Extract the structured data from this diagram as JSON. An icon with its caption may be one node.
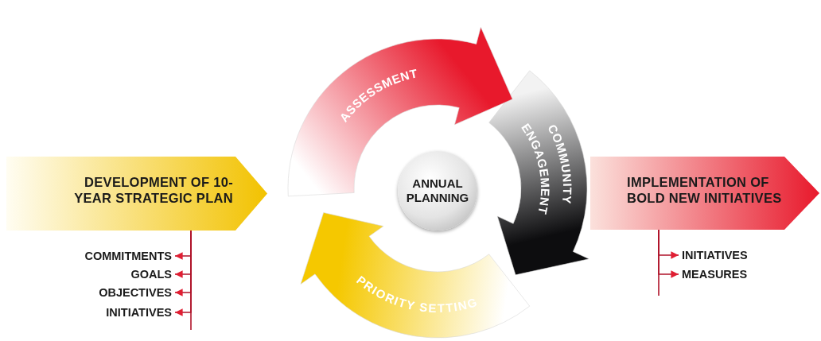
{
  "diagram": {
    "nodes": [
      {
        "text": [
          "DEVELOPMENT OF 10-YEAR STRATEGIC PLAN"
        ]
      },
      {
        "text": [
          "ASSESSMENT"
        ]
      },
      {
        "text": [
          "COMMUNITY ENGAGEMENT"
        ]
      },
      {
        "text": [
          "ANNUAL PLANNING"
        ]
      },
      {
        "text": [
          "PRIORITY SETTING"
        ]
      },
      {
        "text": [
          "IMPLEMENTATION OF BOLD NEW INITIATIVES"
        ]
      },
      {
        "text": [
          "COMMITMENTS"
        ]
      },
      {
        "text": [
          "GOALS"
        ]
      },
      {
        "text": [
          "OBJECTIVES"
        ]
      },
      {
        "text": [
          "INITIATIVES"
        ]
      },
      {
        "text": [
          "INITIATIVES"
        ]
      },
      {
        "text": [
          "MEASURES"
        ]
      }
    ],
    "edges": [
      {
        "from": 0,
        "to": 6,
        "arrow": "to"
      },
      {
        "from": 0,
        "to": 7,
        "arrow": "to"
      },
      {
        "from": 0,
        "to": 8,
        "arrow": "to"
      },
      {
        "from": 0,
        "to": 9,
        "arrow": "to"
      },
      {
        "from": 5,
        "to": 10,
        "arrow": "to"
      },
      {
        "from": 5,
        "to": 11,
        "arrow": "to"
      }
    ]
  }
}
